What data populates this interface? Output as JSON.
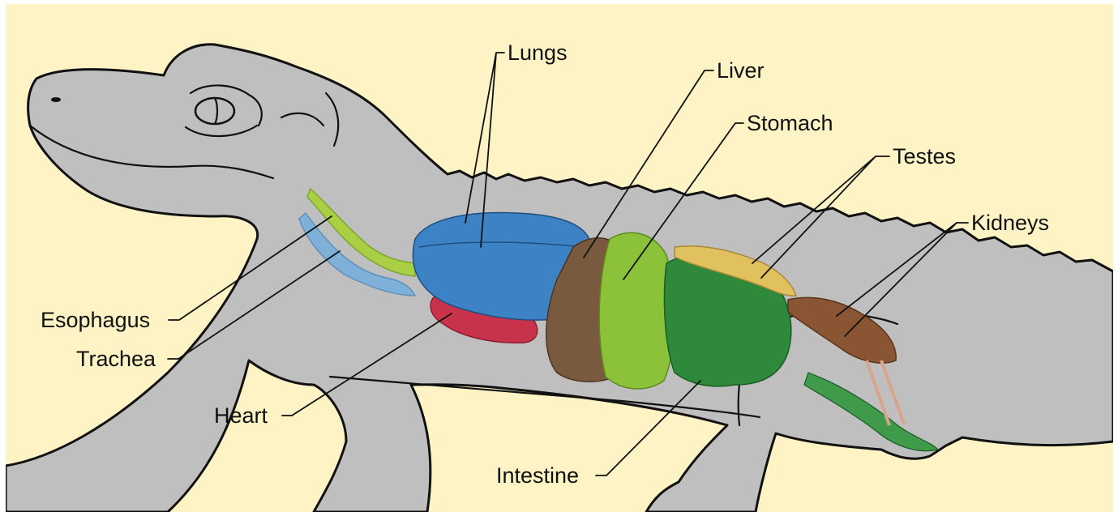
{
  "colors": {
    "background": "#fdf3c4",
    "body": "#bfbfbf",
    "outline": "#111111",
    "lungs": "#3d82c4",
    "trachea": "#7fb0d8",
    "esophagus": "#a9cf45",
    "heart": "#c8324a",
    "liver": "#7a5a3e",
    "stomach": "#8cc23a",
    "intestine": "#2e8a3a",
    "testes": "#e0c15e",
    "kidneys": "#8a5532"
  },
  "labels": {
    "lungs": "Lungs",
    "liver": "Liver",
    "stomach": "Stomach",
    "testes": "Testes",
    "kidneys": "Kidneys",
    "esophagus": "Esophagus",
    "trachea": "Trachea",
    "heart": "Heart",
    "intestine": "Intestine"
  }
}
